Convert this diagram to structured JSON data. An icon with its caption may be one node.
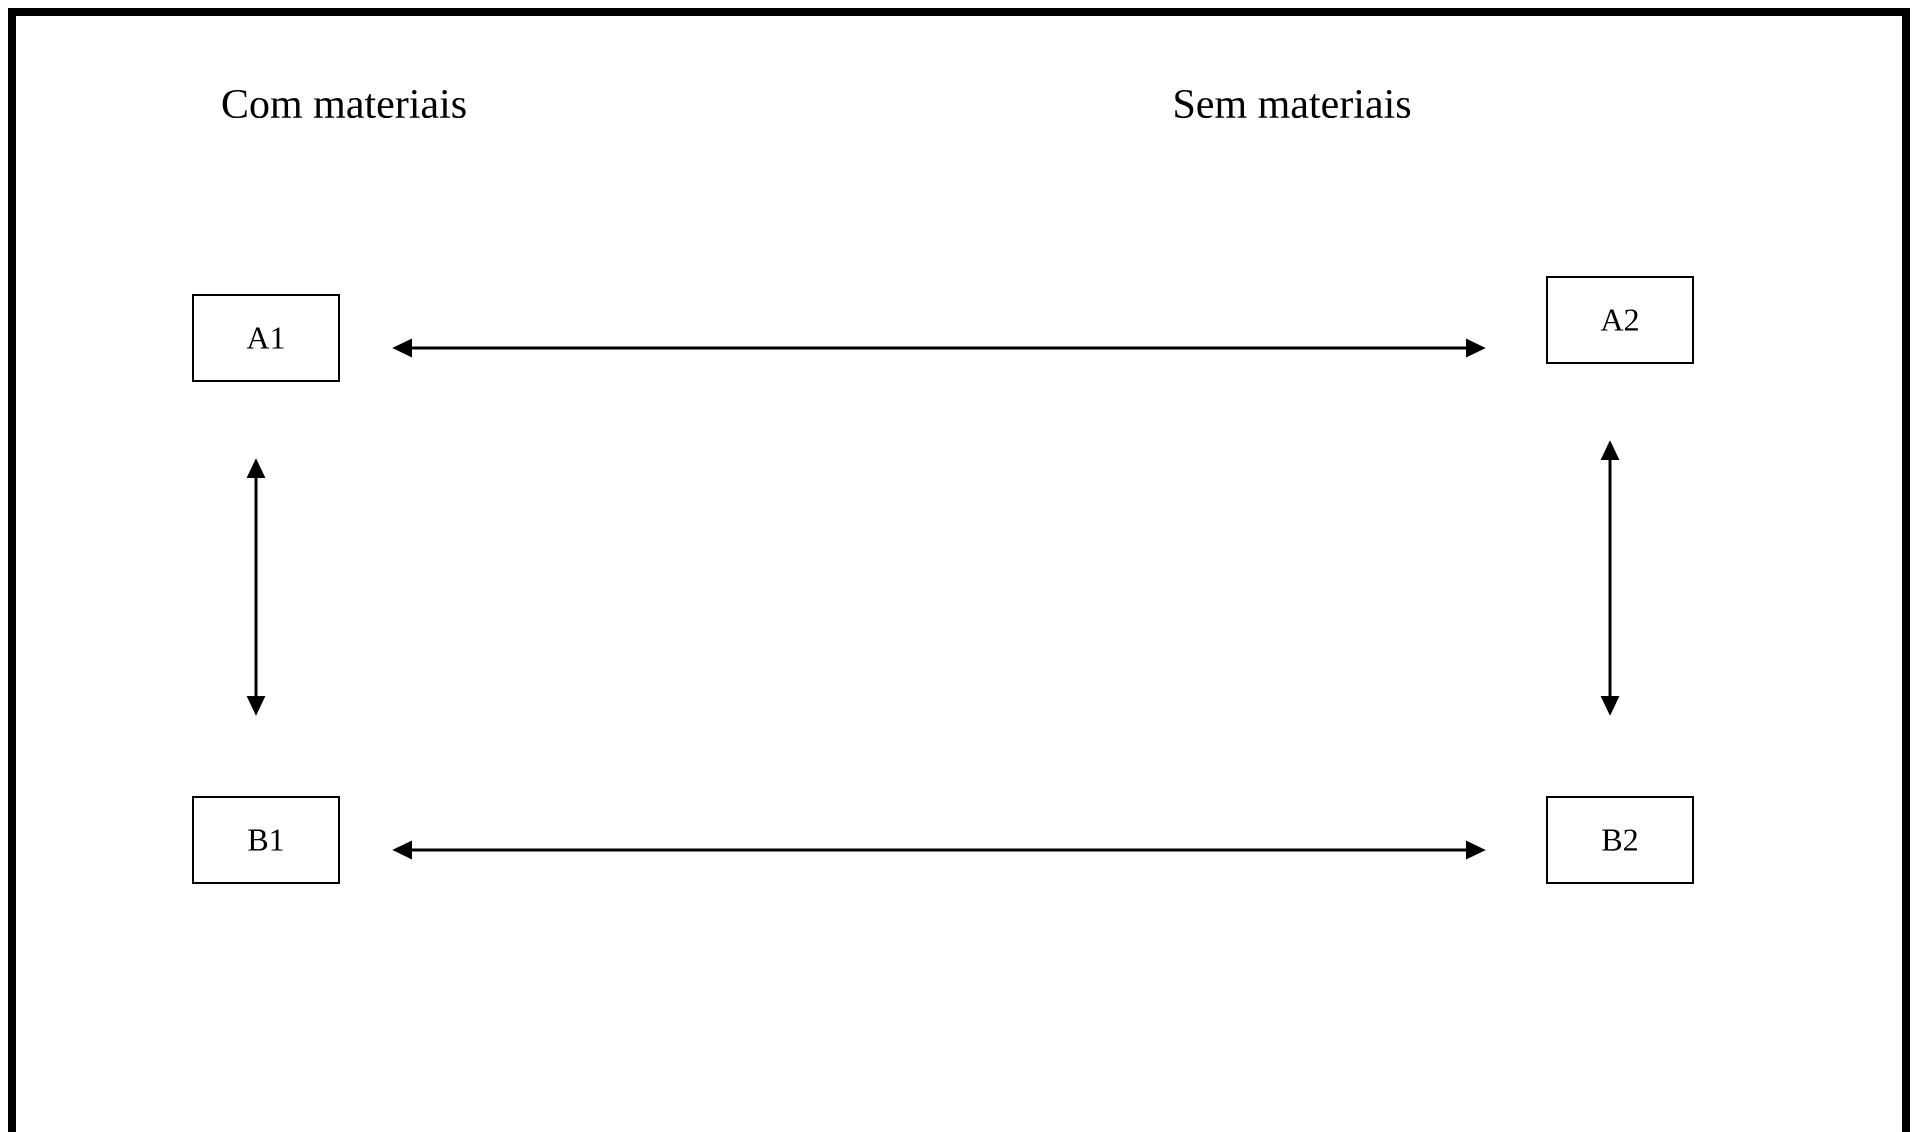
{
  "diagram": {
    "nodes": [
      {
        "text": [
          "A1"
        ]
      },
      {
        "text": [
          "A2"
        ]
      },
      {
        "text": [
          "B1"
        ]
      },
      {
        "text": [
          "B2"
        ]
      }
    ],
    "edges": [
      {
        "from": 0,
        "to": 1,
        "arrow": "both"
      },
      {
        "from": 0,
        "to": 2,
        "arrow": "both"
      },
      {
        "from": 1,
        "to": 3,
        "arrow": "both"
      },
      {
        "from": 2,
        "to": 3,
        "arrow": "both"
      }
    ],
    "labels": [
      "Com materiais",
      "Sem materiais"
    ]
  }
}
